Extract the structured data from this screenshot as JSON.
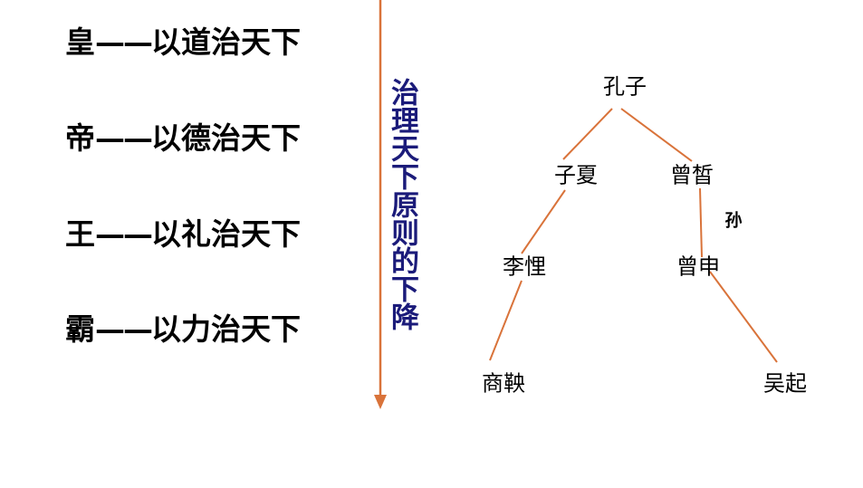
{
  "rules": [
    {
      "title": "皇",
      "dash": "——",
      "method": "以道治天下"
    },
    {
      "title": "帝",
      "dash": "——",
      "method": "以德治天下"
    },
    {
      "title": "王",
      "dash": "——",
      "method": "以礼治天下"
    },
    {
      "title": "霸",
      "dash": "——",
      "method": "以力治天下"
    }
  ],
  "trend_label": "治理天下原则的下降",
  "tree": {
    "nodes": {
      "kongzi": "孔子",
      "zixia": "子夏",
      "zengzhe": "曾皙",
      "likui": "李悝",
      "zengshen": "曾申",
      "shangyang": "商鞅",
      "wuqi": "吴起"
    },
    "edge_note": "孙"
  },
  "colors": {
    "line": "#d9733a",
    "arrow": "#d9733a",
    "vertical_text": "#1b1b7a"
  }
}
